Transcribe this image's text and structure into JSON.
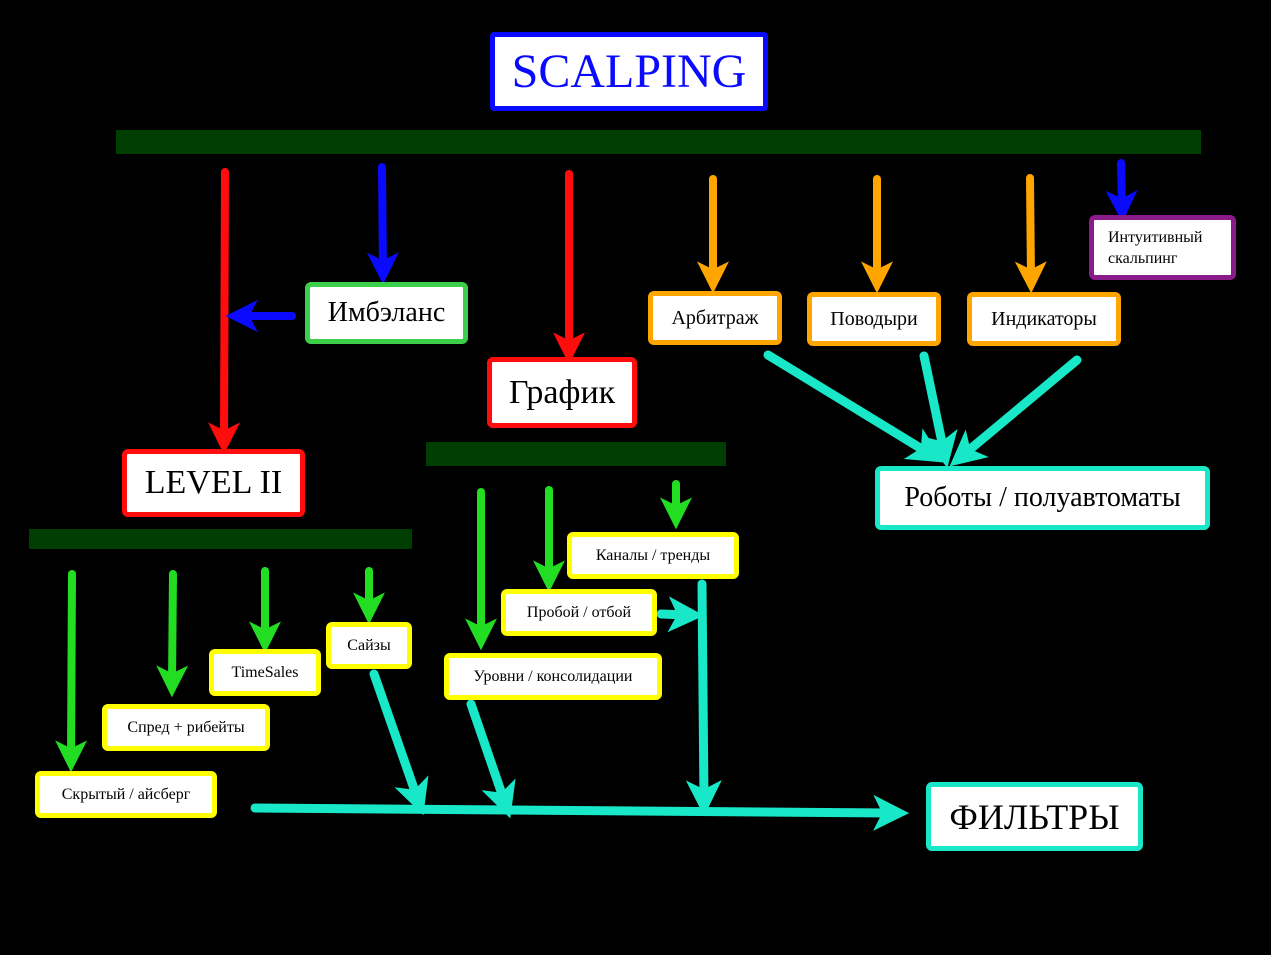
{
  "title": "SCALPING",
  "nodes": {
    "imbalance": "Имбэланс",
    "chart": "График",
    "level2": "LEVEL II",
    "arbitrage": "Арбитраж",
    "guides": "Поводыри",
    "indicators": "Индикаторы",
    "intuitive": "Интуитивный скальпинг",
    "robots": "Роботы / полуавтоматы",
    "channels": "Каналы / тренды",
    "breakout": "Пробой / отбой",
    "levels": "Уровни / консолидации",
    "sizes": "Сайзы",
    "timesales": "TimeSales",
    "spread": "Спред + рибейты",
    "hidden": "Скрытый / айсберг",
    "filters": "ФИЛЬТРЫ"
  },
  "colors": {
    "background": "#000000",
    "bar": "#003d00",
    "red": "#ff0d0d",
    "blue": "#0a0aff",
    "orange": "#ffa500",
    "green": "#22dd22",
    "cyan": "#18e8c8",
    "yellow": "#ffff00",
    "purple": "#8b1a8b",
    "lime_border": "#3cd04a"
  },
  "arrows": [
    {
      "from": "title-bar",
      "to": "level2",
      "color": "red"
    },
    {
      "from": "title-bar",
      "to": "imbalance",
      "color": "blue"
    },
    {
      "from": "imbalance",
      "to": "level2",
      "color": "blue"
    },
    {
      "from": "title-bar",
      "to": "chart",
      "color": "red"
    },
    {
      "from": "title-bar",
      "to": "arbitrage",
      "color": "orange"
    },
    {
      "from": "title-bar",
      "to": "guides",
      "color": "orange"
    },
    {
      "from": "title-bar",
      "to": "indicators",
      "color": "orange"
    },
    {
      "from": "title-bar",
      "to": "intuitive",
      "color": "blue"
    },
    {
      "from": "arbitrage",
      "to": "robots",
      "color": "cyan"
    },
    {
      "from": "guides",
      "to": "robots",
      "color": "cyan"
    },
    {
      "from": "indicators",
      "to": "robots",
      "color": "cyan"
    },
    {
      "from": "level2-bar",
      "to": "hidden",
      "color": "green"
    },
    {
      "from": "level2-bar",
      "to": "spread",
      "color": "green"
    },
    {
      "from": "level2-bar",
      "to": "timesales",
      "color": "green"
    },
    {
      "from": "level2-bar",
      "to": "sizes",
      "color": "green"
    },
    {
      "from": "chart-bar",
      "to": "levels",
      "color": "green"
    },
    {
      "from": "chart-bar",
      "to": "breakout",
      "color": "green"
    },
    {
      "from": "chart-bar",
      "to": "channels",
      "color": "green"
    },
    {
      "from": "breakout",
      "to": "filters-line",
      "color": "cyan"
    },
    {
      "from": "channels",
      "to": "filters-line",
      "color": "cyan"
    },
    {
      "from": "levels",
      "to": "filters-line",
      "color": "cyan"
    },
    {
      "from": "sizes",
      "to": "filters-line",
      "color": "cyan"
    },
    {
      "from": "hidden",
      "to": "filters",
      "color": "cyan"
    }
  ]
}
